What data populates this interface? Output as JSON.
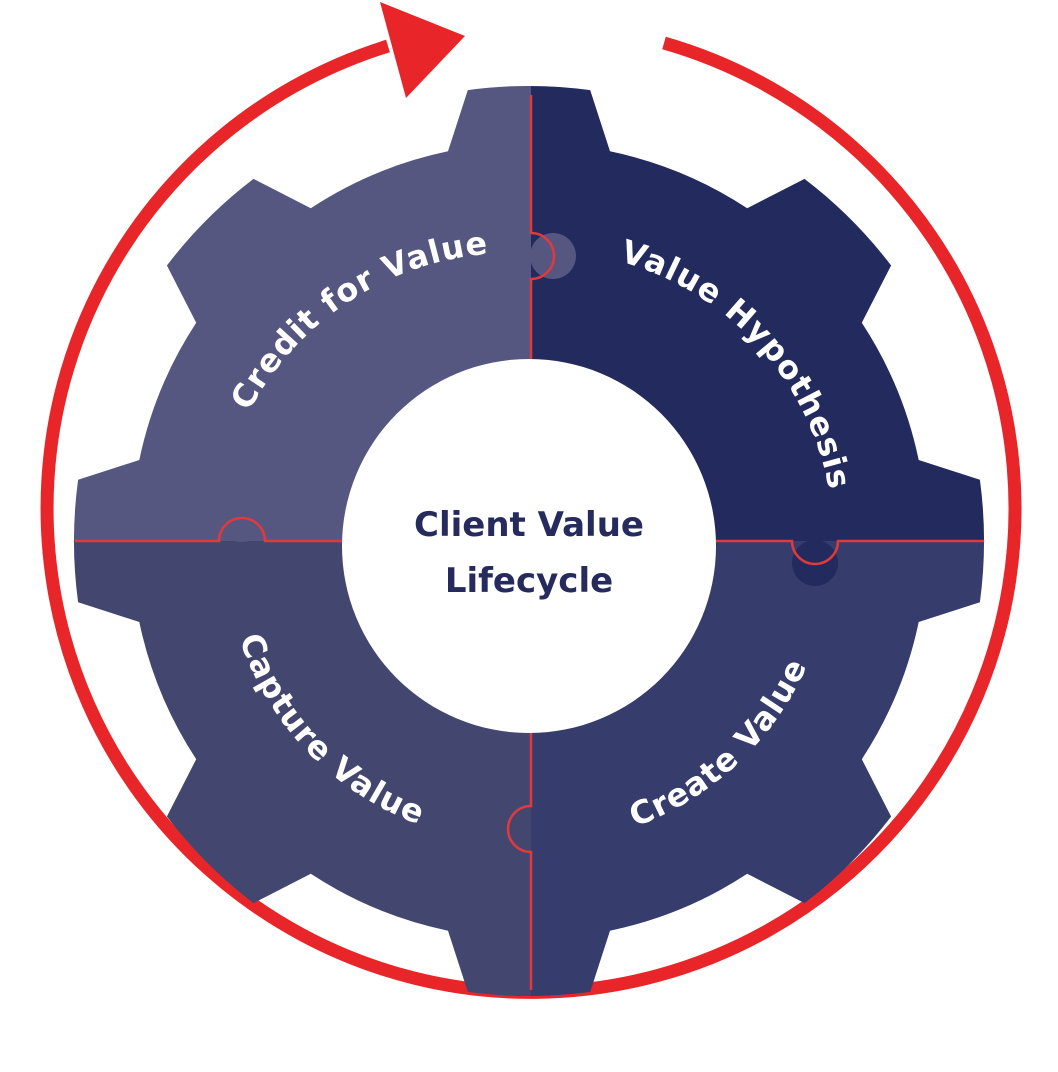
{
  "diagram": {
    "center_title_line1": "Client Value",
    "center_title_line2": "Lifecycle",
    "segments": [
      {
        "id": "value-hypothesis",
        "label": "Value Hypothesis",
        "color": "#232b5e"
      },
      {
        "id": "create-value",
        "label": "Create Value",
        "color": "#363c6c"
      },
      {
        "id": "capture-value",
        "label": "Capture Value",
        "color": "#43476f"
      },
      {
        "id": "credit-for-value",
        "label": "Credit for Value",
        "color": "#565780"
      }
    ],
    "colors": {
      "cycle_arrow": "#e8262a",
      "seam_lines": "#e03a3c",
      "center_circle": "#ffffff",
      "center_text": "#252b5c",
      "label_text": "#ffffff"
    }
  }
}
